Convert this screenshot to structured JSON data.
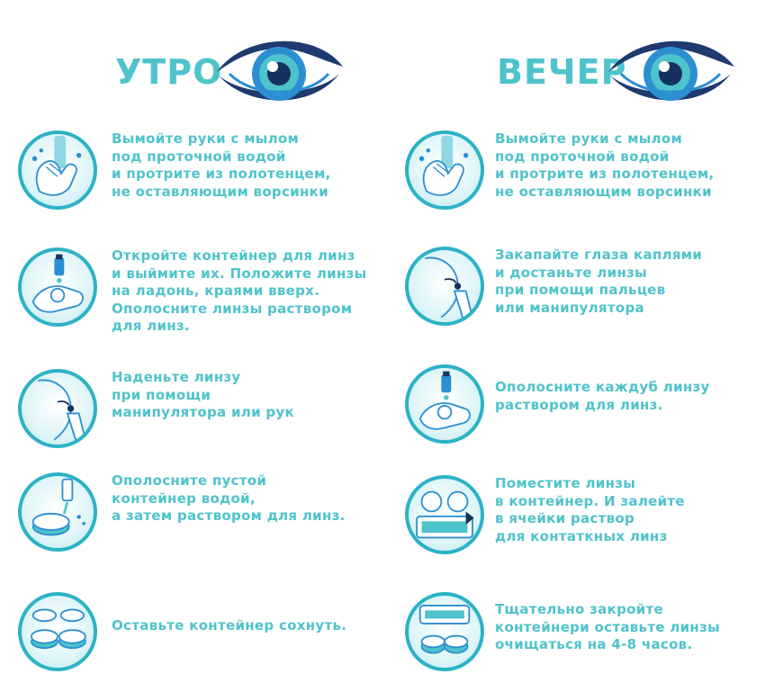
{
  "colors": {
    "accent": "#4fc3cc",
    "ring": "#2cb2c6",
    "eye_dark": "#1e3a6e",
    "eye_mid": "#2b8fd2"
  },
  "morning": {
    "title": "УТРО",
    "steps": [
      {
        "text": "Вымойте руки с мылом\nпод проточной водой\nи протрите из полотенцем,\nне оставляющим ворсинки",
        "icon": "hand-washing-icon"
      },
      {
        "text": "Откройте контейнер для линз\nи выймите их. Положите линзы\nна ладонь, краями вверх.\nОполосните линзы раствором\nдля линз.",
        "icon": "lens-on-palm-icon"
      },
      {
        "text": "Наденьте линзу\nпри помощи\nманипулятора или рук",
        "icon": "insert-lens-icon"
      },
      {
        "text": "Ополосните пустой\nконтейнер водой,\nа затем раствором для линз.",
        "icon": "rinse-container-icon"
      },
      {
        "text": "Оставьте контейнер сохнуть.",
        "icon": "drying-container-icon"
      }
    ]
  },
  "evening": {
    "title": "ВЕЧЕР",
    "steps": [
      {
        "text": "Вымойте руки с мылом\nпод проточной водой\nи протрите из полотенцем,\nне оставляющим ворсинки",
        "icon": "hand-washing-icon"
      },
      {
        "text": "Закапайте глаза каплями\nи достаньте линзы\nпри помощи пальцев\nили манипулятора",
        "icon": "remove-lens-icon"
      },
      {
        "text": "Ополосните каждуб линзу\nраствором для линз.",
        "icon": "rinse-lens-icon"
      },
      {
        "text": "Поместите линзы\nв контейнер. И залейте\nв ячейки раствор\nдля контаткных линз",
        "icon": "fill-container-icon"
      },
      {
        "text": "Тщательно закройте\nконтейнери оставьте линзы\nочищаться на 4-8 часов.",
        "icon": "closed-container-icon"
      }
    ]
  }
}
